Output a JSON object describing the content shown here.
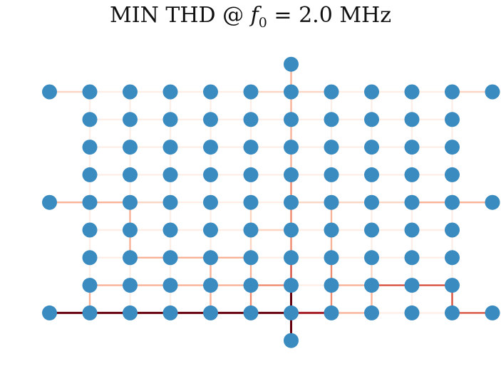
{
  "title": {
    "prefix": "MIN THD @ ",
    "var": "f",
    "sub": "0",
    "suffix": " = 2.0 MHz"
  },
  "colors": {
    "node": "#3A8BC0",
    "edge_scale": [
      "#FDEFE8",
      "#FCD6C4",
      "#F8B298",
      "#F08A6E",
      "#D8503F",
      "#A51C24",
      "#67000D"
    ]
  },
  "graph": {
    "nodes": [
      {
        "id": "top",
        "col": 5,
        "row": -1
      },
      {
        "id": "bottom",
        "col": 5,
        "row": 9
      },
      {
        "id": "left-1",
        "col": -1,
        "row": 0
      },
      {
        "id": "left-2",
        "col": -1,
        "row": 4
      },
      {
        "id": "left-3",
        "col": -1,
        "row": 8
      },
      {
        "id": "right-1",
        "col": 10,
        "row": 0
      },
      {
        "id": "right-2",
        "col": 10,
        "row": 4
      },
      {
        "id": "right-3",
        "col": 10,
        "row": 8
      }
    ],
    "grid_cols": 10,
    "grid_rows": 9,
    "highlight_edges": [
      {
        "from": [
          -1,
          8
        ],
        "to": [
          0,
          8
        ],
        "level": 6
      },
      {
        "from": [
          0,
          8
        ],
        "to": [
          1,
          8
        ],
        "level": 6
      },
      {
        "from": [
          1,
          8
        ],
        "to": [
          2,
          8
        ],
        "level": 6
      },
      {
        "from": [
          2,
          8
        ],
        "to": [
          3,
          8
        ],
        "level": 6
      },
      {
        "from": [
          3,
          8
        ],
        "to": [
          4,
          8
        ],
        "level": 6
      },
      {
        "from": [
          4,
          8
        ],
        "to": [
          5,
          8
        ],
        "level": 6
      },
      {
        "from": [
          5,
          8
        ],
        "to": [
          5,
          9
        ],
        "level": 6
      },
      {
        "from": [
          5,
          7
        ],
        "to": [
          5,
          8
        ],
        "level": 6
      },
      {
        "from": [
          5,
          8
        ],
        "to": [
          6,
          8
        ],
        "level": 5
      },
      {
        "from": [
          5,
          6
        ],
        "to": [
          5,
          7
        ],
        "level": 4
      },
      {
        "from": [
          5,
          5
        ],
        "to": [
          5,
          6
        ],
        "level": 3
      },
      {
        "from": [
          5,
          4
        ],
        "to": [
          5,
          5
        ],
        "level": 3
      },
      {
        "from": [
          5,
          3
        ],
        "to": [
          5,
          4
        ],
        "level": 3
      },
      {
        "from": [
          5,
          2
        ],
        "to": [
          5,
          3
        ],
        "level": 2
      },
      {
        "from": [
          5,
          1
        ],
        "to": [
          5,
          2
        ],
        "level": 2
      },
      {
        "from": [
          5,
          0
        ],
        "to": [
          5,
          1
        ],
        "level": 2
      },
      {
        "from": [
          5,
          -1
        ],
        "to": [
          5,
          0
        ],
        "level": 2
      },
      {
        "from": [
          6,
          8
        ],
        "to": [
          7,
          8
        ],
        "level": 2
      },
      {
        "from": [
          8,
          7
        ],
        "to": [
          9,
          7
        ],
        "level": 4
      },
      {
        "from": [
          7,
          7
        ],
        "to": [
          8,
          7
        ],
        "level": 4
      },
      {
        "from": [
          9,
          7
        ],
        "to": [
          9,
          8
        ],
        "level": 4
      },
      {
        "from": [
          9,
          8
        ],
        "to": [
          10,
          8
        ],
        "level": 4
      },
      {
        "from": [
          7,
          7
        ],
        "to": [
          7,
          8
        ],
        "level": 2
      },
      {
        "from": [
          6,
          7
        ],
        "to": [
          7,
          7
        ],
        "level": 2
      },
      {
        "from": [
          6,
          7
        ],
        "to": [
          6,
          8
        ],
        "level": 3
      },
      {
        "from": [
          6,
          6
        ],
        "to": [
          6,
          7
        ],
        "level": 3
      },
      {
        "from": [
          6,
          5
        ],
        "to": [
          6,
          6
        ],
        "level": 2
      },
      {
        "from": [
          6,
          4
        ],
        "to": [
          6,
          5
        ],
        "level": 2
      },
      {
        "from": [
          4,
          7
        ],
        "to": [
          5,
          7
        ],
        "level": 3
      },
      {
        "from": [
          4,
          7
        ],
        "to": [
          4,
          8
        ],
        "level": 3
      },
      {
        "from": [
          3,
          7
        ],
        "to": [
          4,
          7
        ],
        "level": 2
      },
      {
        "from": [
          4,
          6
        ],
        "to": [
          4,
          7
        ],
        "level": 2
      },
      {
        "from": [
          3,
          7
        ],
        "to": [
          3,
          8
        ],
        "level": 2
      },
      {
        "from": [
          2,
          7
        ],
        "to": [
          3,
          7
        ],
        "level": 2
      },
      {
        "from": [
          1,
          7
        ],
        "to": [
          2,
          7
        ],
        "level": 2
      },
      {
        "from": [
          0,
          7
        ],
        "to": [
          1,
          7
        ],
        "level": 2
      },
      {
        "from": [
          0,
          7
        ],
        "to": [
          0,
          8
        ],
        "level": 2
      },
      {
        "from": [
          3,
          6
        ],
        "to": [
          3,
          7
        ],
        "level": 2
      },
      {
        "from": [
          3,
          6
        ],
        "to": [
          4,
          6
        ],
        "level": 2
      },
      {
        "from": [
          2,
          6
        ],
        "to": [
          3,
          6
        ],
        "level": 2
      },
      {
        "from": [
          1,
          6
        ],
        "to": [
          2,
          6
        ],
        "level": 2
      },
      {
        "from": [
          1,
          5
        ],
        "to": [
          1,
          6
        ],
        "level": 2
      },
      {
        "from": [
          1,
          4
        ],
        "to": [
          1,
          5
        ],
        "level": 2
      },
      {
        "from": [
          -1,
          4
        ],
        "to": [
          0,
          4
        ],
        "level": 2
      },
      {
        "from": [
          0,
          4
        ],
        "to": [
          1,
          4
        ],
        "level": 2
      },
      {
        "from": [
          8,
          4
        ],
        "to": [
          9,
          4
        ],
        "level": 2
      },
      {
        "from": [
          9,
          4
        ],
        "to": [
          10,
          4
        ],
        "level": 2
      },
      {
        "from": [
          7,
          4
        ],
        "to": [
          8,
          4
        ],
        "level": 1
      },
      {
        "from": [
          6,
          4
        ],
        "to": [
          7,
          4
        ],
        "level": 1
      },
      {
        "from": [
          5,
          4
        ],
        "to": [
          6,
          4
        ],
        "level": 1
      },
      {
        "from": [
          7,
          7
        ],
        "to": [
          7,
          6
        ],
        "level": 1
      },
      {
        "from": [
          4,
          5
        ],
        "to": [
          5,
          5
        ],
        "level": 1
      },
      {
        "from": [
          4,
          4
        ],
        "to": [
          4,
          5
        ],
        "level": 1
      },
      {
        "from": [
          4,
          5
        ],
        "to": [
          4,
          6
        ],
        "level": 1
      },
      {
        "from": [
          1,
          4
        ],
        "to": [
          2,
          4
        ],
        "level": 1
      },
      {
        "from": [
          -1,
          0
        ],
        "to": [
          0,
          0
        ],
        "level": 1
      },
      {
        "from": [
          9,
          0
        ],
        "to": [
          10,
          0
        ],
        "level": 1
      },
      {
        "from": [
          4,
          0
        ],
        "to": [
          5,
          0
        ],
        "level": 1
      },
      {
        "from": [
          5,
          0
        ],
        "to": [
          6,
          0
        ],
        "level": 1
      }
    ]
  }
}
